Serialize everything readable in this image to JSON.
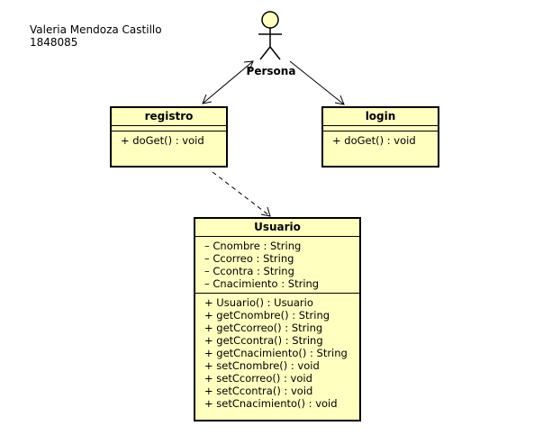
{
  "author": {
    "name": "Valeria Mendoza Castillo",
    "id": "1848085"
  },
  "actor": {
    "name": "Persona"
  },
  "classes": {
    "registro": {
      "name": "registro",
      "operations": [
        "+ doGet() : void"
      ]
    },
    "login": {
      "name": "login",
      "operations": [
        "+ doGet() : void"
      ]
    },
    "usuario": {
      "name": "Usuario",
      "attributes": [
        "– Cnombre : String",
        "– Ccorreo : String",
        "– Ccontra : String",
        "– Cnacimiento : String"
      ],
      "operations": [
        "+ Usuario() : Usuario",
        "+ getCnombre() : String",
        "+ getCcorreo() : String",
        "+ getCcontra() : String",
        "+ getCnacimiento() : String",
        "+ setCnombre() : void",
        "+ setCcorreo() : void",
        "+ setCcontra() : void",
        "+ setCnacimiento() : void"
      ]
    }
  },
  "colors": {
    "class_fill": "#ffffc0",
    "stroke": "#000000"
  }
}
